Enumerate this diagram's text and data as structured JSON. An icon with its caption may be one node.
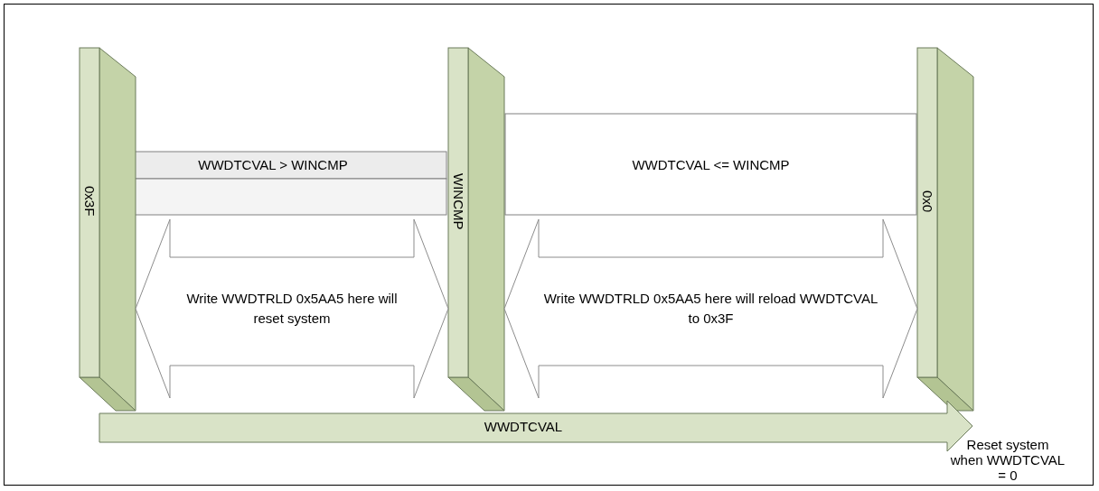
{
  "diagram": {
    "nodes": [
      {
        "text": [
          "0x3F"
        ]
      },
      {
        "text": [
          "WWDTCVAL > WINCMP"
        ]
      },
      {
        "text": [
          "WINCMP"
        ]
      },
      {
        "text": [
          "WWDTCVAL <= WINCMP"
        ]
      },
      {
        "text": [
          "0x0"
        ]
      },
      {
        "text": [
          "WWDTCVAL"
        ]
      }
    ],
    "edges": [
      {
        "from": 0,
        "to": 2,
        "arrow": "both",
        "label": "Write WWDTRLD 0x5AA5 here will reset system"
      },
      {
        "from": 2,
        "to": 4,
        "arrow": "both",
        "label": "Write WWDTRLD 0x5AA5 here will reload WWDTCVAL to 0x3F"
      }
    ],
    "labels": [
      "Reset system when WWDTCVAL = 0"
    ]
  }
}
